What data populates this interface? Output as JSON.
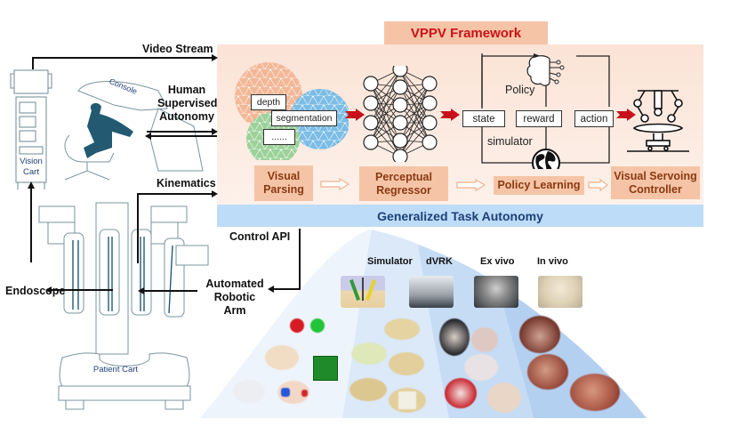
{
  "framework": {
    "title": "VPPV Framework",
    "stages": [
      {
        "id": "visual-parsing",
        "label": "Visual\nParsing"
      },
      {
        "id": "perceptual-regressor",
        "label": "Perceptual\nRegressor"
      },
      {
        "id": "policy-learning",
        "label": "Policy Learning"
      },
      {
        "id": "visual-servoing-controller",
        "label": "Visual Servoing\nController"
      }
    ],
    "parsing_boxes": [
      "depth",
      "segmentation",
      "......"
    ],
    "rl_loop": {
      "policy_label": "Policy",
      "simulator_label": "simulator",
      "boxes": [
        "state",
        "reward",
        "action"
      ]
    },
    "bottom_banner": "Generalized Task Autonomy"
  },
  "left_system": {
    "vision_cart_label": "Vision\nCart",
    "console_label": "Console",
    "patient_cart_label": "Patient Cart",
    "arrows": {
      "video_stream": "Video Stream",
      "human_supervised": "Human\nSupervised\nAutonomy",
      "kinematics": "Kinematics",
      "control_api": "Control API",
      "automated_arm": "Automated\nRobotic Arm",
      "endoscope": "Endoscope"
    }
  },
  "pyramid": {
    "categories": [
      "Simulator",
      "dVRK",
      "Ex vivo",
      "In vivo"
    ],
    "colors": {
      "tier1": "#eef4fc",
      "tier2": "#dbe9f9",
      "tier3": "#c6dcf4",
      "tier4": "#b3d0f1"
    }
  },
  "colors": {
    "framework_title_bg": "#f5c4a6",
    "framework_title_text": "#c8121b",
    "stage_bg": "#f5c4a6",
    "stage_text": "#8a3a12",
    "banner_bg": "#bcdcf7",
    "banner_text": "#1f3f78",
    "red_arrow": "#c8121b"
  }
}
